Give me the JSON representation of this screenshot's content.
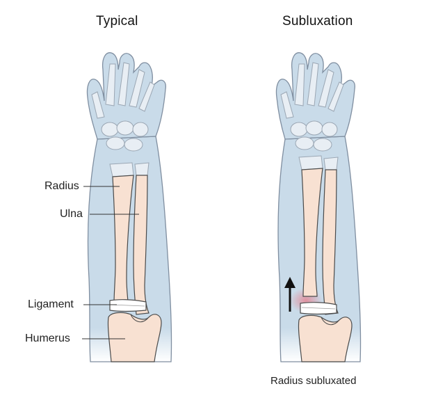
{
  "panels": {
    "left_title": "Typical",
    "right_title": "Subluxation"
  },
  "labels": {
    "radius": "Radius",
    "ulna": "Ulna",
    "ligament": "Ligament",
    "humerus": "Humerus"
  },
  "caption": "Radius subluxated",
  "colors": {
    "skin": "#c9dbe9",
    "skin_outline": "#7f8ea0",
    "bone": "#f8e1d2",
    "bone_outline": "#4a4a4a",
    "hand_bone": "#e8eef4",
    "ligament": "#ffffff",
    "inflammation": "#e79aa6"
  }
}
